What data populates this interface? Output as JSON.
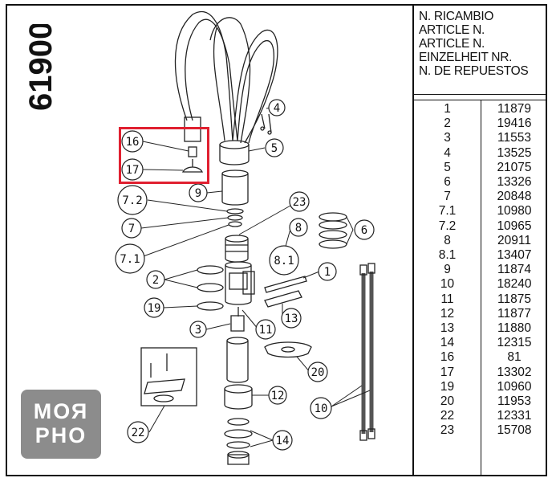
{
  "model_number": "61900",
  "header": {
    "lines": [
      "N. RICAMBIO",
      "ARTICLE N.",
      "ARTICLE N.",
      "EINZELHEIT NR.",
      "N. DE REPUESTOS"
    ]
  },
  "parts": [
    {
      "no": "1",
      "article": "11879"
    },
    {
      "no": "2",
      "article": "19416"
    },
    {
      "no": "3",
      "article": "11553"
    },
    {
      "no": "4",
      "article": "13525"
    },
    {
      "no": "5",
      "article": "21075"
    },
    {
      "no": "6",
      "article": "13326"
    },
    {
      "no": "7",
      "article": "20848"
    },
    {
      "no": "7.1",
      "article": "10980"
    },
    {
      "no": "7.2",
      "article": "10965"
    },
    {
      "no": "8",
      "article": "20911"
    },
    {
      "no": "8.1",
      "article": "13407"
    },
    {
      "no": "9",
      "article": "11874"
    },
    {
      "no": "10",
      "article": "18240"
    },
    {
      "no": "11",
      "article": "11875"
    },
    {
      "no": "12",
      "article": "11877"
    },
    {
      "no": "13",
      "article": "11880"
    },
    {
      "no": "14",
      "article": "12315"
    },
    {
      "no": "16",
      "article": "81"
    },
    {
      "no": "17",
      "article": "13302"
    },
    {
      "no": "19",
      "article": "10960"
    },
    {
      "no": "20",
      "article": "11953"
    },
    {
      "no": "22",
      "article": "12331"
    },
    {
      "no": "23",
      "article": "15708"
    }
  ],
  "callouts": {
    "c4": "4",
    "c5": "5",
    "c16": "16",
    "c17": "17",
    "c9": "9",
    "c72": "7.2",
    "c23": "23",
    "c7": "7",
    "c8": "8",
    "c6": "6",
    "c71": "7.1",
    "c81": "8.1",
    "c1": "1",
    "c2": "2",
    "c19": "19",
    "c13": "13",
    "c3": "3",
    "c11": "11",
    "c20": "20",
    "c12": "12",
    "c10": "10",
    "c22": "22",
    "c14": "14"
  },
  "logo": {
    "line1": "МОЯ",
    "line2": "РНО"
  },
  "colors": {
    "highlight": "#e02030",
    "logo_bg": "#8c8c8c",
    "ink": "#111111"
  }
}
